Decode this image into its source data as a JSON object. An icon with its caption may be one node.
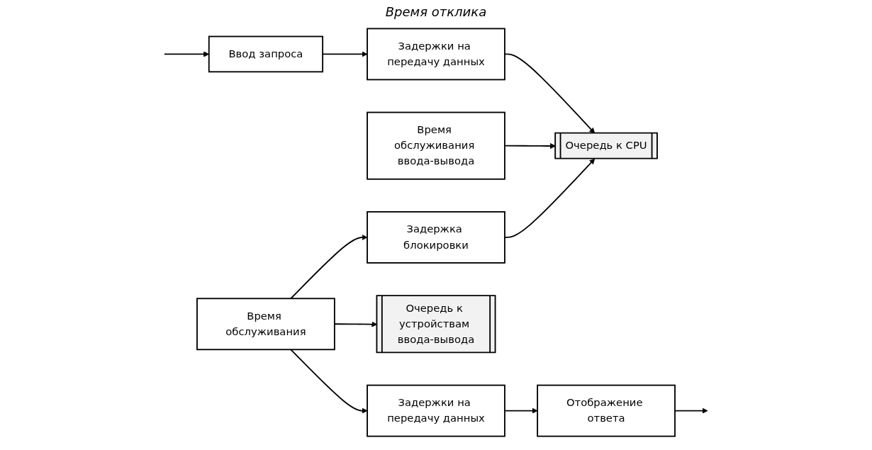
{
  "diagram": {
    "nodes": [
      {
        "text": [
          "Ввод запроса"
        ]
      },
      {
        "text": [
          "Задержки на передачу данных"
        ]
      },
      {
        "text": [
          "Очередь к CPU"
        ]
      },
      {
        "text": [
          "Время обслуживания"
        ]
      },
      {
        "text": [
          "Задержки на передачу данных"
        ]
      },
      {
        "text": [
          "Отображение ответа"
        ]
      },
      {
        "text": [
          "Время обслуживания ввода-вывода"
        ]
      },
      {
        "text": [
          "Очередь к устройствам ввода-вывода"
        ]
      },
      {
        "text": [
          "Задержка блокировки"
        ]
      }
    ],
    "edges": [
      {
        "from": null,
        "to": 0,
        "arrow": "to"
      },
      {
        "from": 0,
        "to": 1,
        "arrow": "to"
      },
      {
        "from": 1,
        "to": 2,
        "arrow": "to"
      },
      {
        "from": 3,
        "to": 4,
        "arrow": "to"
      },
      {
        "from": 3,
        "to": 7,
        "arrow": "to"
      },
      {
        "from": 3,
        "to": 8,
        "arrow": "to"
      },
      {
        "from": 4,
        "to": 5,
        "arrow": "to"
      },
      {
        "from": 5,
        "to": null,
        "arrow": "to"
      },
      {
        "from": 6,
        "to": 2,
        "arrow": "to"
      },
      {
        "from": 8,
        "to": 2,
        "arrow": "to"
      }
    ],
    "labels": [
      "Время отклика"
    ]
  }
}
